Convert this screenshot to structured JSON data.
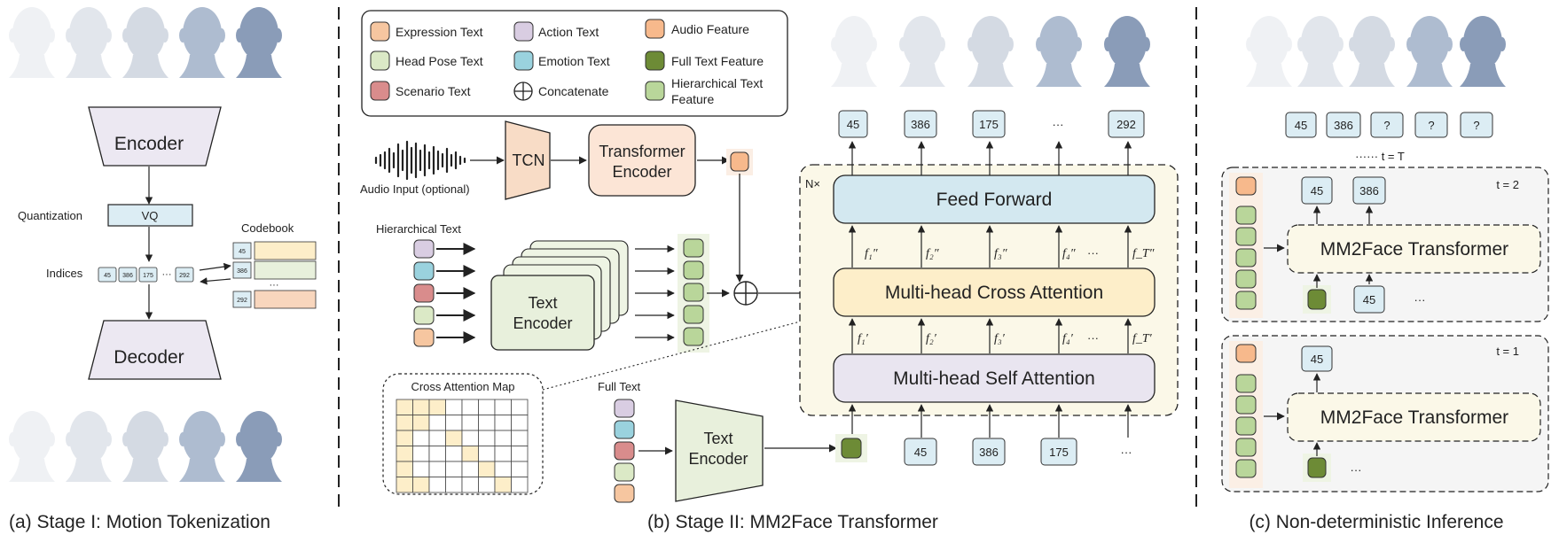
{
  "colors": {
    "expression": "#f6c6a0",
    "action": "#d9cde2",
    "headpose": "#dbe9c6",
    "emotion": "#9ad2de",
    "scenario": "#d98c8c",
    "audio": "#f7b98c",
    "full_text": "#6d8b36",
    "hier_text": "#b9d69a",
    "token": "#dcedf4",
    "ff": "#d3e8f0",
    "cross": "#fdeec9",
    "self": "#e9e5f0",
    "encoder": "#ece8f2",
    "frame": "#fbf8e8"
  },
  "legend": {
    "expression": "Expression Text",
    "action": "Action Text",
    "audio": "Audio Feature",
    "headpose": "Head Pose Text",
    "emotion": "Emotion Text",
    "full": "Full Text Feature",
    "scenario": "Scenario Text",
    "concat": "Concatenate",
    "hier_line1": "Hierarchical Text",
    "hier_line2": "Feature"
  },
  "stage1": {
    "encoder": "Encoder",
    "decoder": "Decoder",
    "quantization": "Quantization",
    "vq": "VQ",
    "indices": "Indices",
    "codebook": "Codebook",
    "index_tokens": [
      "45",
      "386",
      "175",
      "···",
      "292"
    ],
    "codebook_tokens": [
      "45",
      "386",
      "292"
    ],
    "codebook_dots": "···",
    "caption": "(a) Stage I: Motion Tokenization"
  },
  "stage2": {
    "audio_input": "Audio Input (optional)",
    "tcn": "TCN",
    "transformer_encoder_1": "Transformer",
    "transformer_encoder_2": "Encoder",
    "hier_text": "Hierarchical Text",
    "text_encoder_1": "Text",
    "text_encoder_2": "Encoder",
    "cross_attn_map": "Cross Attention Map",
    "full_text": "Full Text",
    "nx": "N×",
    "feed_forward": "Feed Forward",
    "cross_attention": "Multi-head Cross Attention",
    "self_attention": "Multi-head Self Attention",
    "out_tokens": [
      "45",
      "386",
      "175",
      "···",
      "292"
    ],
    "in_tokens": [
      "45",
      "386",
      "175",
      "···"
    ],
    "f2": [
      "f₁″",
      "f₂″",
      "f₃″",
      "f₄″",
      "···",
      "f_T″"
    ],
    "f1": [
      "f₁′",
      "f₂′",
      "f₃′",
      "f₄′",
      "···",
      "f_T′"
    ],
    "caption": "(b) Stage II: MM2Face Transformer"
  },
  "stage3": {
    "top_tokens": [
      "45",
      "386",
      "?",
      "?",
      "?"
    ],
    "t_T": "······ t = T",
    "t2": "t = 2",
    "t1": "t = 1",
    "transformer": "MM2Face Transformer",
    "t2_out": [
      "45",
      "386"
    ],
    "t2_in": "45",
    "t1_out": "45",
    "dots": "···",
    "caption": "(c) Non-deterministic Inference"
  }
}
